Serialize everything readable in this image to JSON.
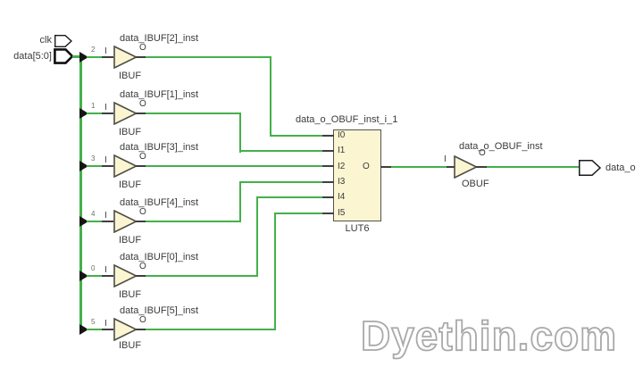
{
  "colors": {
    "net_green": "#44b04c",
    "cell_fill": "#fbf5d2",
    "cell_border": "#54524a",
    "label_text": "#3b3b3b",
    "bit_label": "#6e6e66",
    "watermark_outline": "#a9a9a9"
  },
  "ports": {
    "clk": "clk",
    "data_bus": "data[5:0]",
    "data_out": "data_o"
  },
  "ibuf_rows": [
    {
      "title": "data_IBUF[2]_inst",
      "bit": "2",
      "cell": "IBUF",
      "in": "I",
      "out": "O"
    },
    {
      "title": "data_IBUF[1]_inst",
      "bit": "1",
      "cell": "IBUF",
      "in": "I",
      "out": "O"
    },
    {
      "title": "data_IBUF[3]_inst",
      "bit": "3",
      "cell": "IBUF",
      "in": "I",
      "out": "O"
    },
    {
      "title": "data_IBUF[4]_inst",
      "bit": "4",
      "cell": "IBUF",
      "in": "I",
      "out": "O"
    },
    {
      "title": "data_IBUF[0]_inst",
      "bit": "0",
      "cell": "IBUF",
      "in": "I",
      "out": "O"
    },
    {
      "title": "data_IBUF[5]_inst",
      "bit": "5",
      "cell": "IBUF",
      "in": "I",
      "out": "O"
    }
  ],
  "lut": {
    "title": "data_o_OBUF_inst_i_1",
    "cell": "LUT6",
    "inputs": [
      "I0",
      "I1",
      "I2",
      "I3",
      "I4",
      "I5"
    ],
    "output": "O"
  },
  "obuf": {
    "title": "data_o_OBUF_inst",
    "cell": "OBUF",
    "in": "I",
    "out": "O"
  },
  "watermark": "Dyethin.com"
}
